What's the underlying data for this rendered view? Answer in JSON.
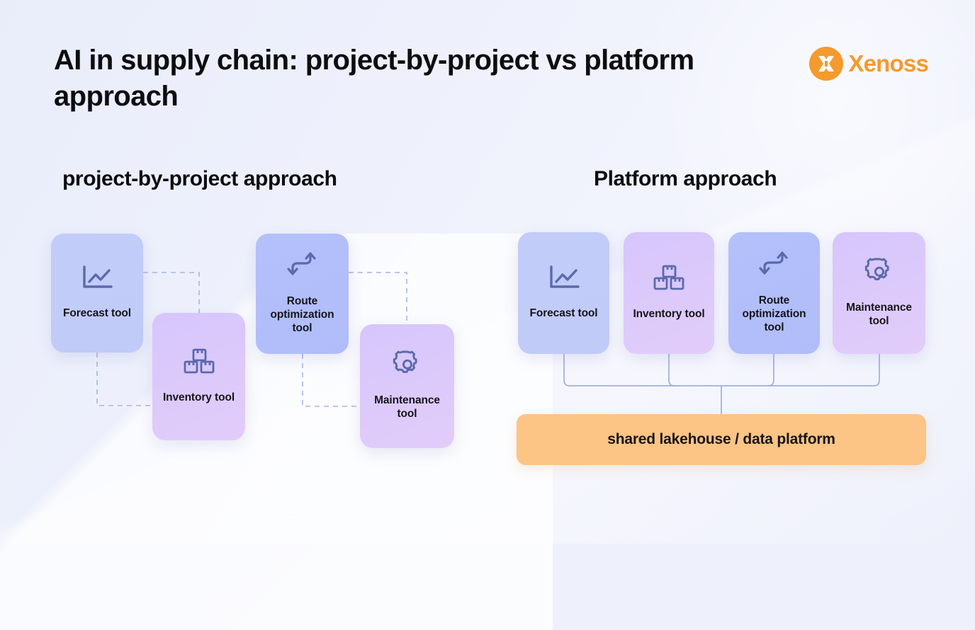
{
  "header": {
    "title": "AI in supply chain: project-by-project vs platform approach",
    "logo": {
      "mark_icon": "xenoss-x-mark-icon",
      "wordmark": "Xenoss",
      "color": "#f59a2c"
    }
  },
  "sections": {
    "left": {
      "heading": "project-by-project approach",
      "cards": [
        {
          "label": "Forecast tool",
          "icon": "line-chart-icon",
          "color": "#c3ccf8"
        },
        {
          "label": "Inventory tool",
          "icon": "stacked-boxes-icon",
          "color": "#d6c6fc"
        },
        {
          "label": "Route optimization tool",
          "icon": "zigzag-arrows-icon",
          "color": "#b4c0fa"
        },
        {
          "label": "Maintenance tool",
          "icon": "gear-icon",
          "color": "#d6c6fc"
        }
      ],
      "connector_style": "dashed"
    },
    "right": {
      "heading": "Platform approach",
      "cards": [
        {
          "label": "Forecast tool",
          "icon": "line-chart-icon",
          "color": "#c3ccf8"
        },
        {
          "label": "Inventory tool",
          "icon": "stacked-boxes-icon",
          "color": "#d6c6fc"
        },
        {
          "label": "Route optimization tool",
          "icon": "zigzag-arrows-icon",
          "color": "#b4c0fa"
        },
        {
          "label": "Maintenance tool",
          "icon": "gear-icon",
          "color": "#d6c6fc"
        }
      ],
      "connector_style": "solid",
      "platform_bar": {
        "label": "shared lakehouse / data platform",
        "color": "#fcc485"
      }
    }
  },
  "palette": {
    "background": "#eef1fb",
    "card_blue": "#c3ccf8",
    "card_blue_strong": "#b4c0fa",
    "card_purple": "#d6c6fc",
    "accent_orange": "#fcc485",
    "icon_stroke": "#5b69ad",
    "connector": "#a9b4e4",
    "text": "#15151b"
  }
}
